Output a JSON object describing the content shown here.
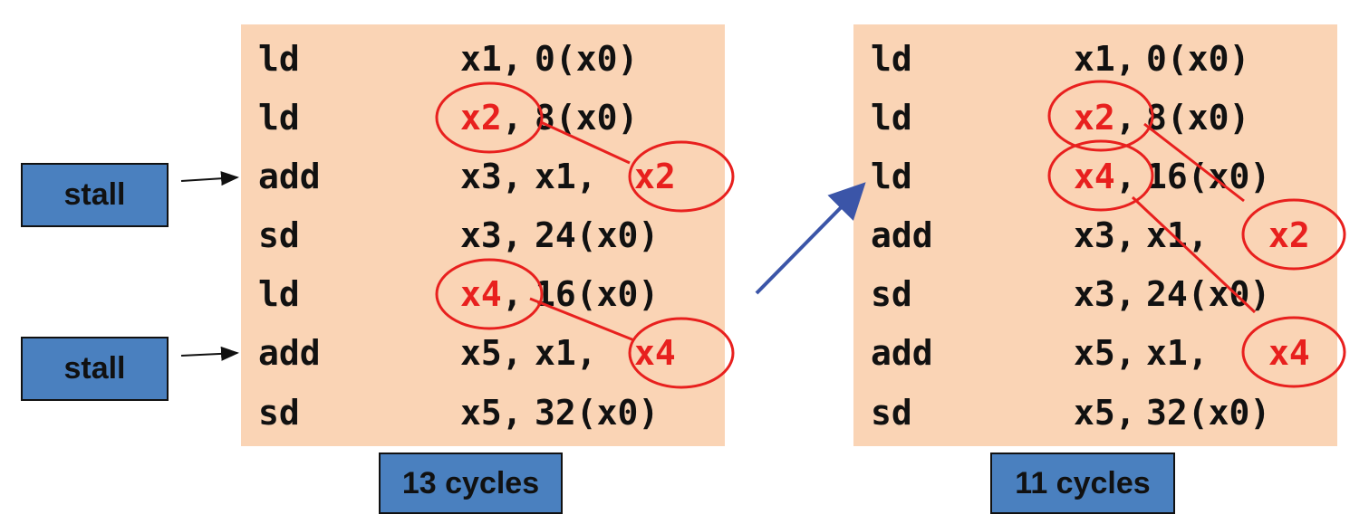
{
  "left": {
    "rows": [
      {
        "op": "ld",
        "args": [
          {
            "t": "x1,"
          },
          {
            "t": "0(x0)"
          }
        ]
      },
      {
        "op": "ld",
        "args": [
          {
            "t": "x2",
            "red": true
          },
          {
            "t": ","
          },
          {
            "t": "8(x0)"
          }
        ]
      },
      {
        "op": "add",
        "args": [
          {
            "t": "x3,"
          },
          {
            "t": "x1,"
          },
          {
            "t": "x2",
            "red": true
          }
        ]
      },
      {
        "op": "sd",
        "args": [
          {
            "t": "x3,"
          },
          {
            "t": "24(x0)"
          }
        ]
      },
      {
        "op": "ld",
        "args": [
          {
            "t": "x4",
            "red": true
          },
          {
            "t": ","
          },
          {
            "t": "16(x0)"
          }
        ]
      },
      {
        "op": "add",
        "args": [
          {
            "t": "x5,"
          },
          {
            "t": "x1,"
          },
          {
            "t": "x4",
            "red": true
          }
        ]
      },
      {
        "op": "sd",
        "args": [
          {
            "t": "x5,"
          },
          {
            "t": "32(x0)"
          }
        ]
      }
    ],
    "cycles": "13 cycles",
    "stalls": [
      "stall",
      "stall"
    ]
  },
  "right": {
    "rows": [
      {
        "op": "ld",
        "args": [
          {
            "t": "x1,"
          },
          {
            "t": "0(x0)"
          }
        ]
      },
      {
        "op": "ld",
        "args": [
          {
            "t": "x2",
            "red": true
          },
          {
            "t": ","
          },
          {
            "t": "8(x0)"
          }
        ]
      },
      {
        "op": "ld",
        "args": [
          {
            "t": "x4",
            "red": true
          },
          {
            "t": ","
          },
          {
            "t": "16(x0)"
          }
        ]
      },
      {
        "op": "add",
        "args": [
          {
            "t": "x3,"
          },
          {
            "t": "x1,"
          },
          {
            "t": "x2",
            "red": true
          }
        ]
      },
      {
        "op": "sd",
        "args": [
          {
            "t": "x3,"
          },
          {
            "t": "24(x0)"
          }
        ]
      },
      {
        "op": "add",
        "args": [
          {
            "t": "x5,"
          },
          {
            "t": "x1,"
          },
          {
            "t": "x4",
            "red": true
          }
        ]
      },
      {
        "op": "sd",
        "args": [
          {
            "t": "x5,"
          },
          {
            "t": "32(x0)"
          }
        ]
      }
    ],
    "cycles": "11 cycles"
  },
  "colors": {
    "panel": "#fad4b5",
    "highlight": "#e8201e",
    "box": "#4a80bf",
    "arrow": "#3b55a8"
  }
}
